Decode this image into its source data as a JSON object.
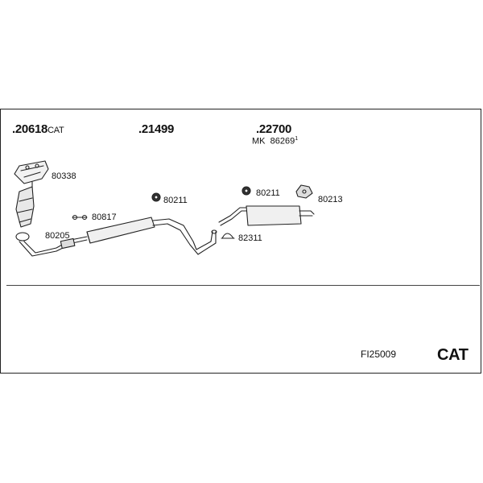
{
  "groups": {
    "g1": {
      "number": ".20618",
      "suffix": "CAT"
    },
    "g2": {
      "number": ".21499"
    },
    "g3": {
      "number": ".22700",
      "sub_prefix": "MK",
      "sub_number": "86269",
      "sub_mark": "1"
    }
  },
  "parts": {
    "p80338": "80338",
    "p80211a": "80211",
    "p80817": "80817",
    "p80205": "80205",
    "p80211b": "80211",
    "p80213": "80213",
    "p82311": "82311"
  },
  "footer": {
    "code": "FI25009",
    "type_label": "CAT"
  }
}
